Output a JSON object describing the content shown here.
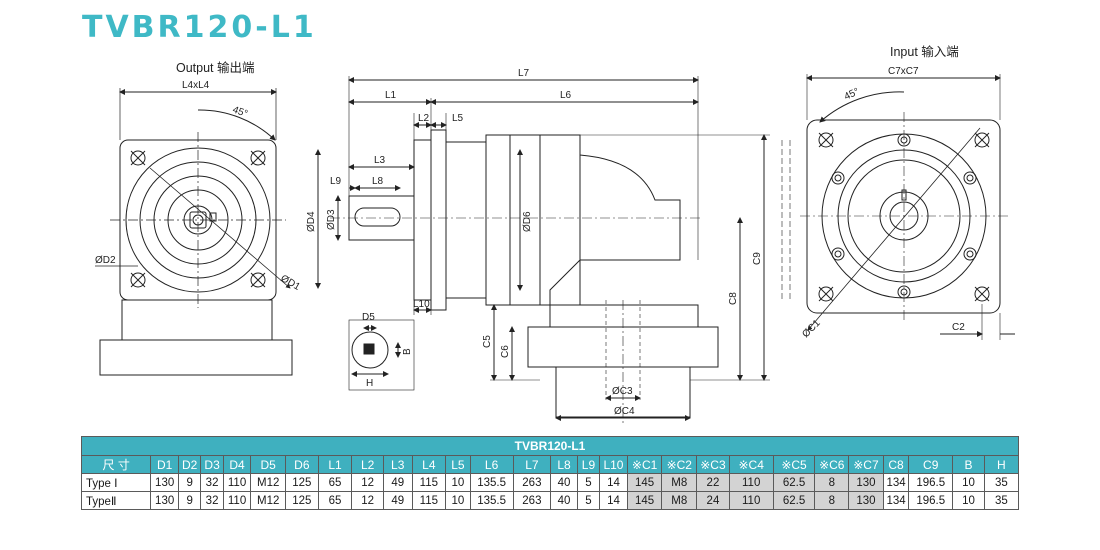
{
  "title": "TVBR120-L1",
  "drawing": {
    "output_label": "Output  输出端",
    "input_label": "Input  输入端",
    "output_view": {
      "square_label": "L4xL4",
      "angle_label": "45°",
      "d2_label": "ØD2",
      "d1_label": "ØD1"
    },
    "side_view": {
      "l7": "L7",
      "l1": "L1",
      "l6": "L6",
      "l2": "L2",
      "l5": "L5",
      "l3": "L3",
      "l9": "L9",
      "l8": "L8",
      "l10": "L10",
      "d4": "ØD4",
      "d3": "ØD3",
      "d6": "ØD6",
      "c5": "C5",
      "c6": "C6",
      "c8": "C8",
      "c9": "C9",
      "c3": "ØC3",
      "c4": "ØC4"
    },
    "shaft_view": {
      "d5": "D5",
      "b": "B",
      "h": "H"
    },
    "input_view": {
      "square_label": "C7xC7",
      "angle_label": "45°",
      "c1_label": "ØC1",
      "c2_label": "C2"
    }
  },
  "table": {
    "caption": "TVBR120-L1",
    "headers": [
      "尺 寸",
      "D1",
      "D2",
      "D3",
      "D4",
      "D5",
      "D6",
      "L1",
      "L2",
      "L3",
      "L4",
      "L5",
      "L6",
      "L7",
      "L8",
      "L9",
      "L10",
      "※C1",
      "※C2",
      "※C3",
      "※C4",
      "※C5",
      "※C6",
      "※C7",
      "C8",
      "C9",
      "B",
      "H"
    ],
    "rows": [
      {
        "label": "Type Ⅰ",
        "values": [
          "130",
          "9",
          "32",
          "110",
          "M12",
          "125",
          "65",
          "12",
          "49",
          "115",
          "10",
          "135.5",
          "263",
          "40",
          "5",
          "14",
          "145",
          "M8",
          "22",
          "110",
          "62.5",
          "8",
          "130",
          "134",
          "196.5",
          "10",
          "35"
        ]
      },
      {
        "label": "TypeⅡ",
        "values": [
          "130",
          "9",
          "32",
          "110",
          "M12",
          "125",
          "65",
          "12",
          "49",
          "115",
          "10",
          "135.5",
          "263",
          "40",
          "5",
          "14",
          "145",
          "M8",
          "24",
          "110",
          "62.5",
          "8",
          "130",
          "134",
          "196.5",
          "10",
          "35"
        ]
      }
    ],
    "colors": {
      "header_bg": "#3fb0bf",
      "header_text": "#ffffff",
      "highlight_bg": "#d3d3d3",
      "title": "#3fb9c6"
    }
  }
}
